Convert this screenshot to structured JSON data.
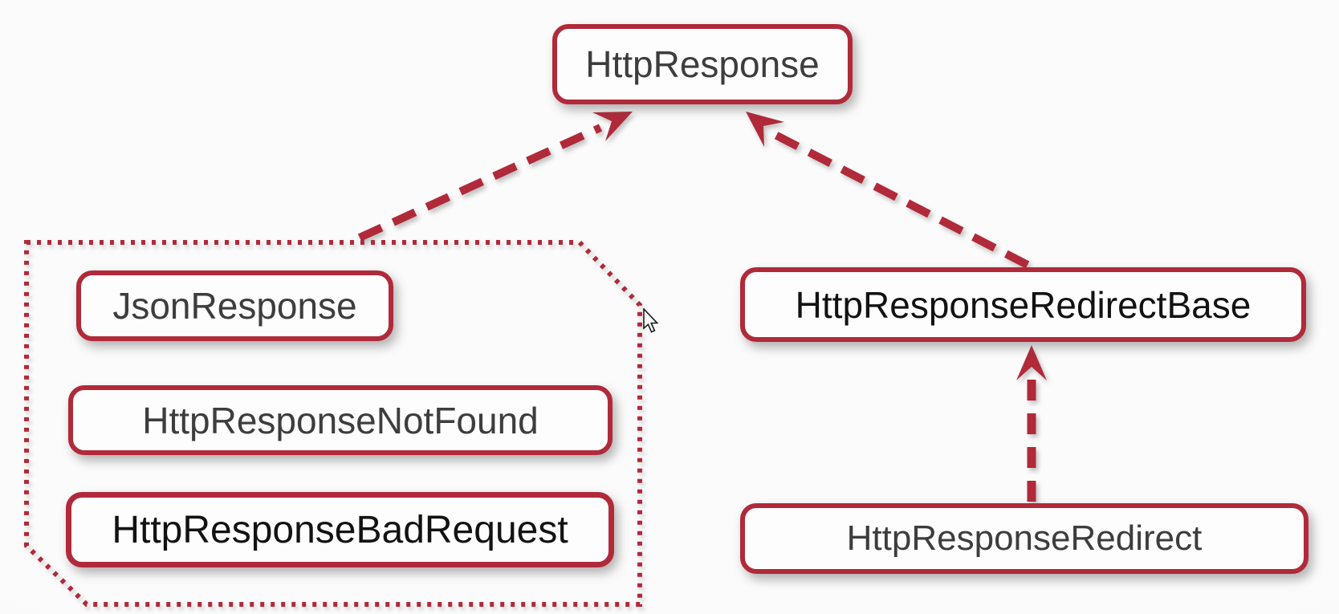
{
  "diagram": {
    "type": "class-inheritance-diagram",
    "nodes": [
      {
        "id": "http-response",
        "label": "HttpResponse"
      },
      {
        "id": "json-response",
        "label": "JsonResponse"
      },
      {
        "id": "http-response-not-found",
        "label": "HttpResponseNotFound"
      },
      {
        "id": "http-response-bad-request",
        "label": "HttpResponseBadRequest"
      },
      {
        "id": "http-response-redirect-base",
        "label": "HttpResponseRedirectBase"
      },
      {
        "id": "http-response-redirect",
        "label": "HttpResponseRedirect"
      }
    ],
    "group": {
      "style": "dotted-outline",
      "members": [
        "JsonResponse",
        "HttpResponseNotFound",
        "HttpResponseBadRequest"
      ]
    },
    "edges": [
      {
        "from": "subclass-group",
        "to": "HttpResponse",
        "style": "dashed-arrow"
      },
      {
        "from": "HttpResponseRedirectBase",
        "to": "HttpResponse",
        "style": "dashed-arrow"
      },
      {
        "from": "HttpResponseRedirect",
        "to": "HttpResponseRedirectBase",
        "style": "dashed-arrow"
      }
    ]
  },
  "colors": {
    "accent": "#b02a3a",
    "node_fill": "#fdfdfd",
    "node_text": "#3d3d3d",
    "node_text_dark": "#121212",
    "background": "#f8f8f8"
  }
}
